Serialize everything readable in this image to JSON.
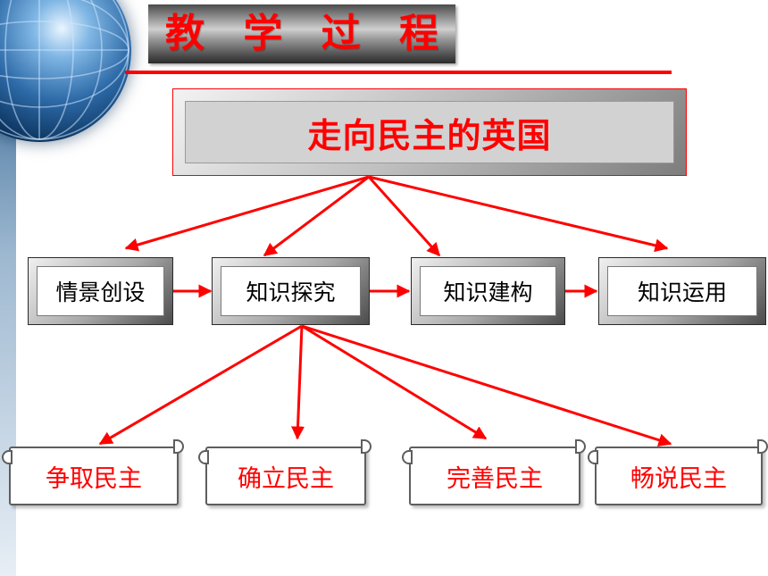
{
  "title": "教 学 过 程",
  "main_topic": "走向民主的英国",
  "process_steps": [
    {
      "label": "情景创设"
    },
    {
      "label": "知识探究"
    },
    {
      "label": "知识建构"
    },
    {
      "label": "知识运用"
    }
  ],
  "sub_topics": [
    {
      "label": "争取民主"
    },
    {
      "label": "确立民主"
    },
    {
      "label": "完善民主"
    },
    {
      "label": "畅说民主"
    }
  ],
  "colors": {
    "accent": "#ff0000",
    "box_gray": "#d2d2d2",
    "text_dark": "#000000"
  }
}
